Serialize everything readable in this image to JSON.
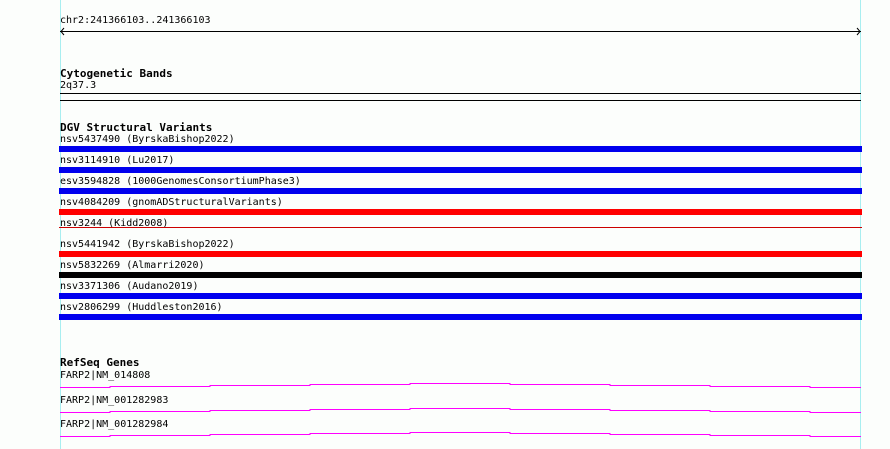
{
  "ruler": {
    "location": "chr2:241366103..241366103"
  },
  "cytobands": {
    "title": "Cytogenetic Bands",
    "band": "2q37.3"
  },
  "dgv": {
    "title": "DGV Structural Variants",
    "items": [
      {
        "label": "nsv5437490 (ByrskaBishop2022)",
        "color": "#0000ee",
        "style": "thick"
      },
      {
        "label": "nsv3114910 (Lu2017)",
        "color": "#0000ee",
        "style": "thick"
      },
      {
        "label": "esv3594828 (1000GenomesConsortiumPhase3)",
        "color": "#0000ee",
        "style": "thick"
      },
      {
        "label": "nsv4084209 (gnomADStructuralVariants)",
        "color": "#ff0000",
        "style": "thick"
      },
      {
        "label": "nsv3244 (Kidd2008)",
        "color": "#cc0000",
        "style": "thin"
      },
      {
        "label": "nsv5441942 (ByrskaBishop2022)",
        "color": "#ff0000",
        "style": "thick"
      },
      {
        "label": "nsv5832269 (Almarri2020)",
        "color": "#000000",
        "style": "thick"
      },
      {
        "label": "nsv3371306 (Audano2019)",
        "color": "#0000ee",
        "style": "thick"
      },
      {
        "label": "nsv2806299 (Huddleston2016)",
        "color": "#0000ee",
        "style": "thick"
      }
    ]
  },
  "refseq": {
    "title": "RefSeq Genes",
    "color": "#ff00ff",
    "items": [
      {
        "label": "FARP2|NM_014808"
      },
      {
        "label": "FARP2|NM_001282983"
      },
      {
        "label": "FARP2|NM_001282984"
      }
    ]
  }
}
